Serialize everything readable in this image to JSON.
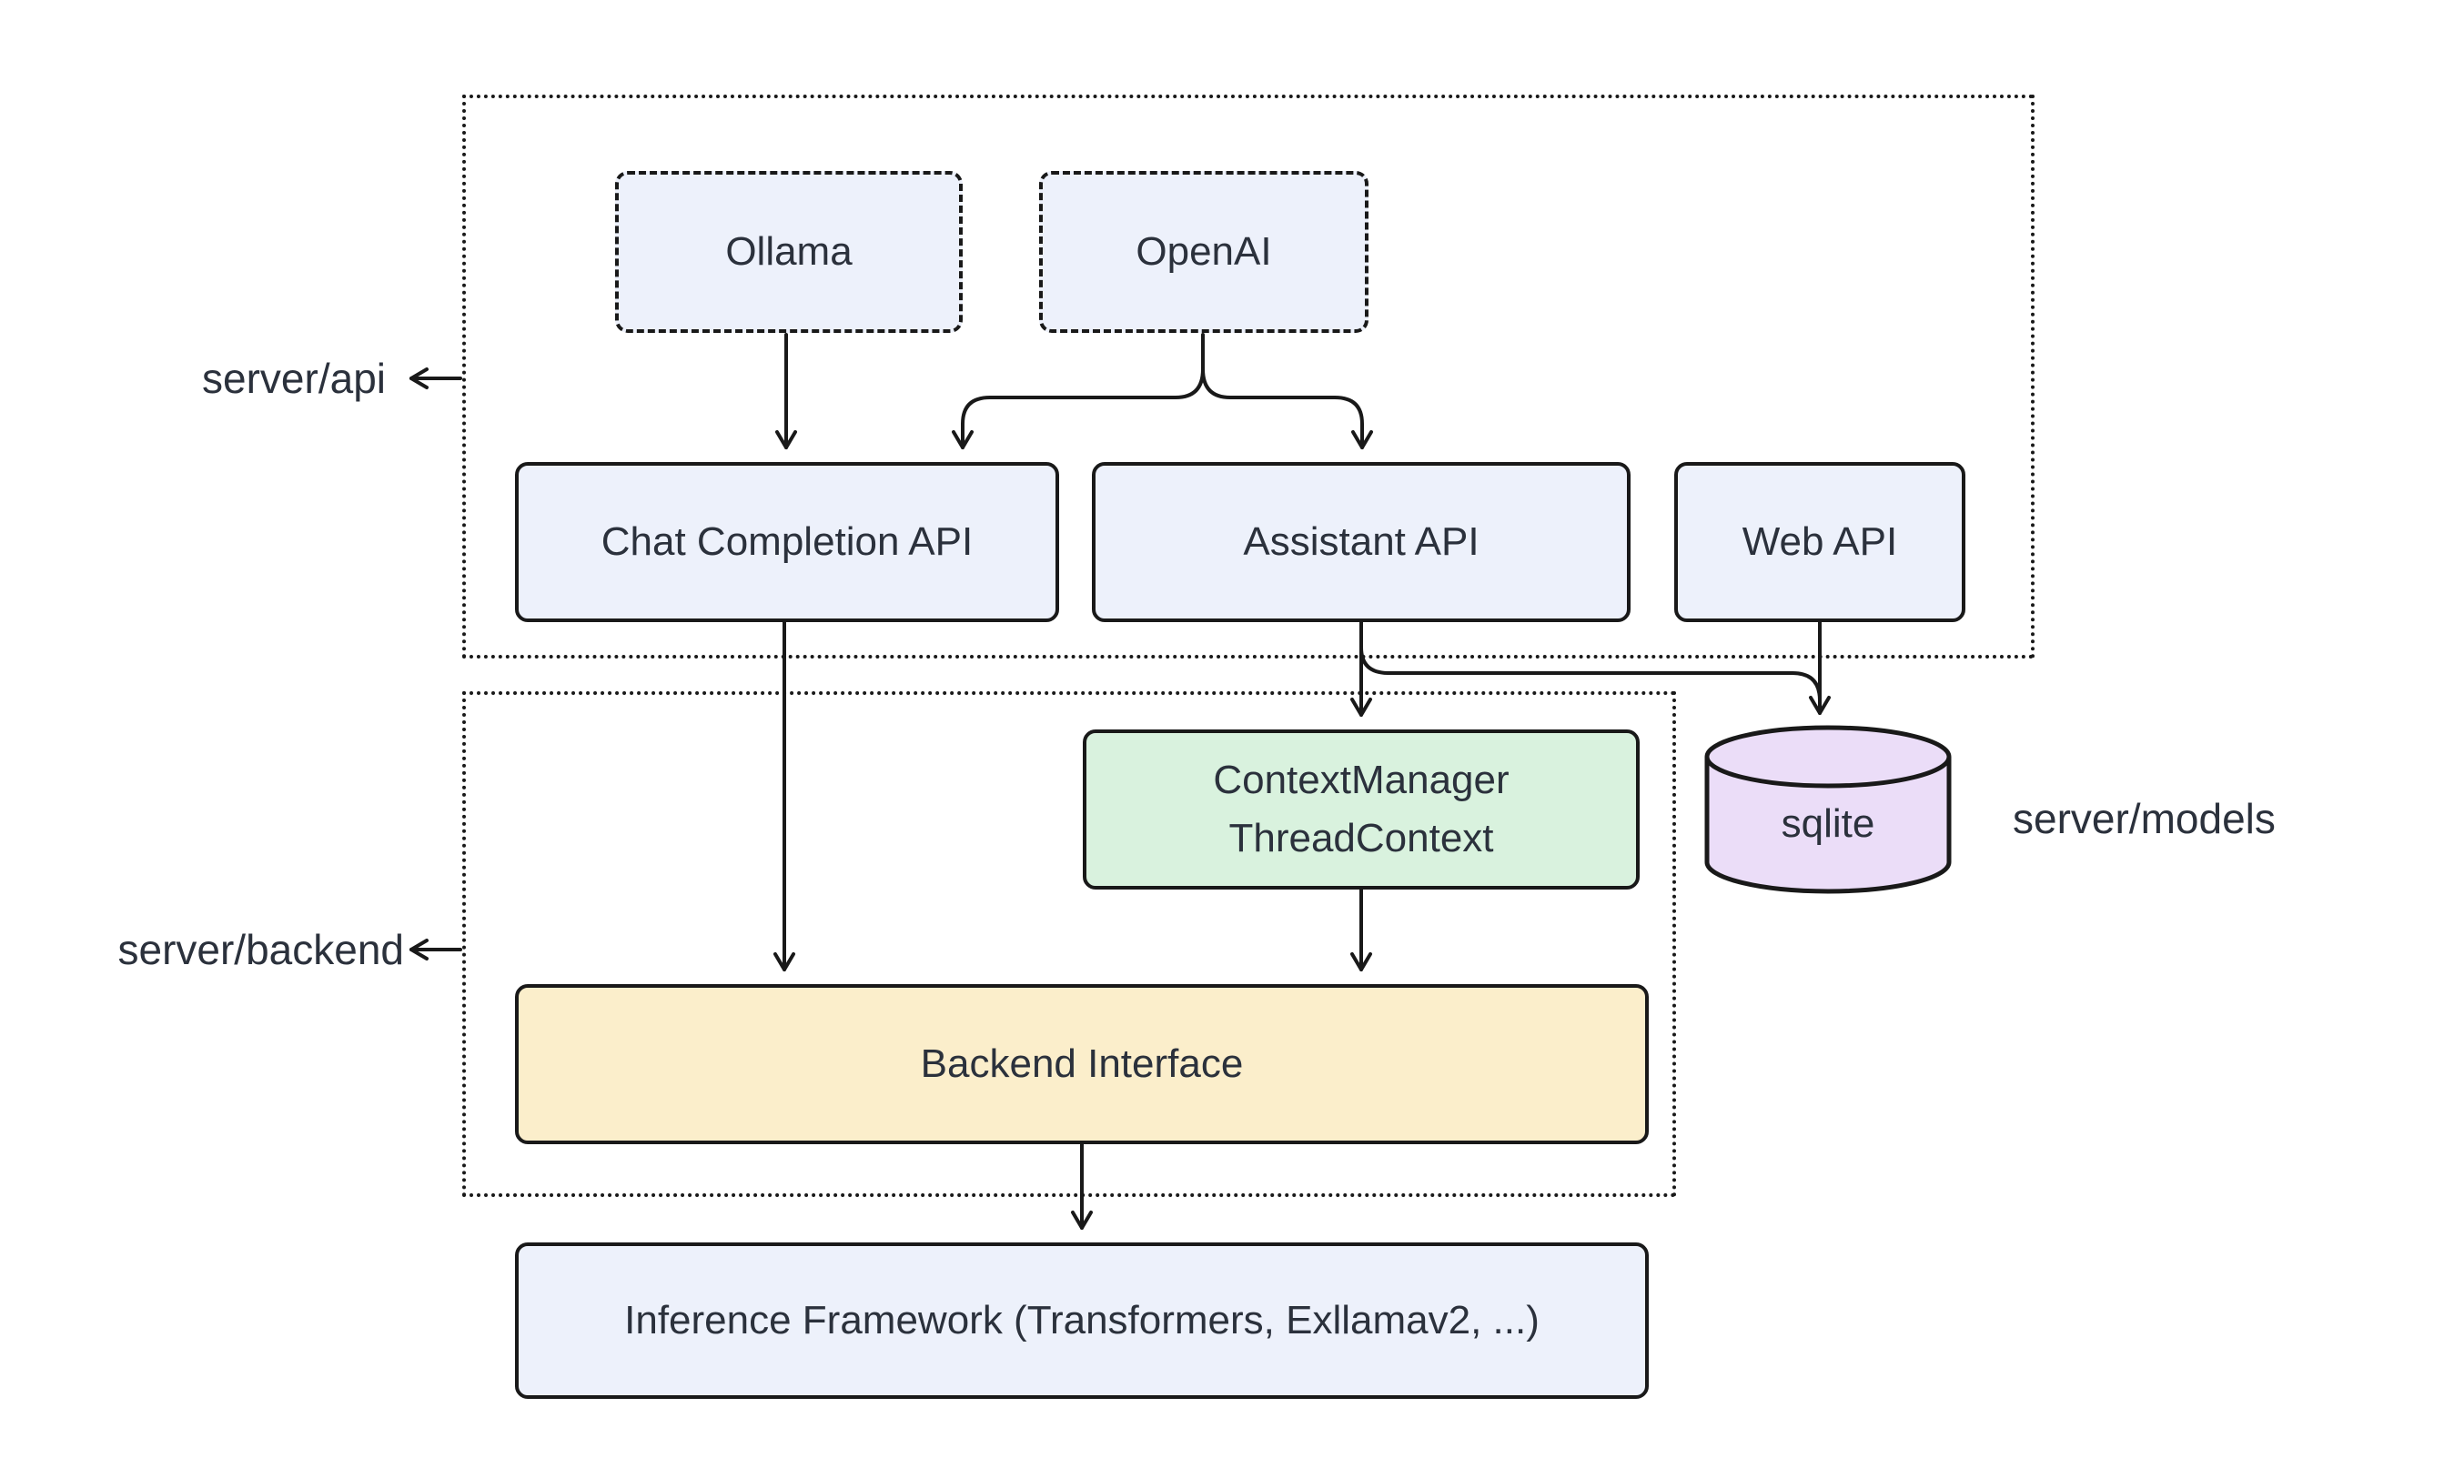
{
  "diagram": {
    "type": "architecture-diagram",
    "colors": {
      "background": "#ffffff",
      "stroke": "#191919",
      "text": "#2b313c",
      "node_blue": "#edf1fb",
      "node_green": "#d9f2de",
      "node_yellow": "#fbeecb",
      "node_purple": "#ebddf8"
    },
    "group_labels": {
      "api": "server/api",
      "backend": "server/backend",
      "models": "server/models"
    },
    "nodes": {
      "ollama": {
        "label": "Ollama",
        "fill": "#edf1fb",
        "border": "dashed"
      },
      "openai": {
        "label": "OpenAI",
        "fill": "#edf1fb",
        "border": "dashed"
      },
      "chat_completion_api": {
        "label": "Chat Completion API",
        "fill": "#edf1fb",
        "border": "solid"
      },
      "assistant_api": {
        "label": "Assistant API",
        "fill": "#edf1fb",
        "border": "solid"
      },
      "web_api": {
        "label": "Web API",
        "fill": "#edf1fb",
        "border": "solid"
      },
      "context_manager": {
        "label_line1": "ContextManager",
        "label_line2": "ThreadContext",
        "fill": "#d9f2de",
        "border": "solid"
      },
      "backend_interface": {
        "label": "Backend Interface",
        "fill": "#fbeecb",
        "border": "solid"
      },
      "inference_framework": {
        "label": "Inference Framework (Transformers, Exllamav2, ...)",
        "fill": "#edf1fb",
        "border": "solid"
      },
      "sqlite": {
        "label": "sqlite",
        "fill": "#ebddf8",
        "shape": "cylinder"
      }
    },
    "edges": [
      {
        "from": "ollama",
        "to": "chat_completion_api"
      },
      {
        "from": "openai",
        "to": "chat_completion_api"
      },
      {
        "from": "openai",
        "to": "assistant_api"
      },
      {
        "from": "chat_completion_api",
        "to": "backend_interface"
      },
      {
        "from": "assistant_api",
        "to": "context_manager"
      },
      {
        "from": "assistant_api",
        "to": "sqlite"
      },
      {
        "from": "web_api",
        "to": "sqlite"
      },
      {
        "from": "context_manager",
        "to": "backend_interface"
      },
      {
        "from": "backend_interface",
        "to": "inference_framework"
      }
    ]
  }
}
